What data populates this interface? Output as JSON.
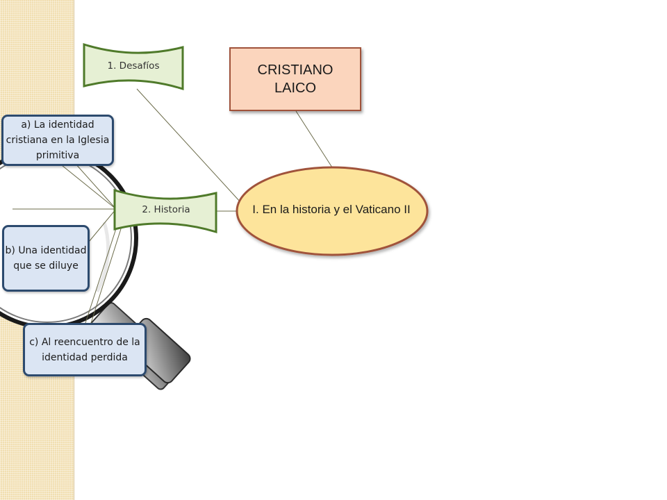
{
  "title_box": {
    "text": "CRISTIANO LAICO"
  },
  "center_node": {
    "text": "I. En la historia y el Vaticano II"
  },
  "flags": [
    {
      "text": "1. Desafíos"
    },
    {
      "text": "2. Historia"
    }
  ],
  "sub_items": [
    {
      "text": "a) La identidad cristiana en la Iglesia primitiva"
    },
    {
      "text": "b) Una identidad que se diluye"
    },
    {
      "text": "c) Al reencuentro de la identidad perdida"
    }
  ],
  "colors": {
    "title_fill": "#fbd5bd",
    "title_border": "#a0523a",
    "ellipse_fill": "#fde49b",
    "ellipse_border": "#a0523a",
    "flag_fill": "#e6f0d4",
    "flag_border": "#4f7a2a",
    "sub_fill": "#dbe5f3",
    "sub_border": "#2c4a6e",
    "sidebar": "#f1deb0"
  }
}
